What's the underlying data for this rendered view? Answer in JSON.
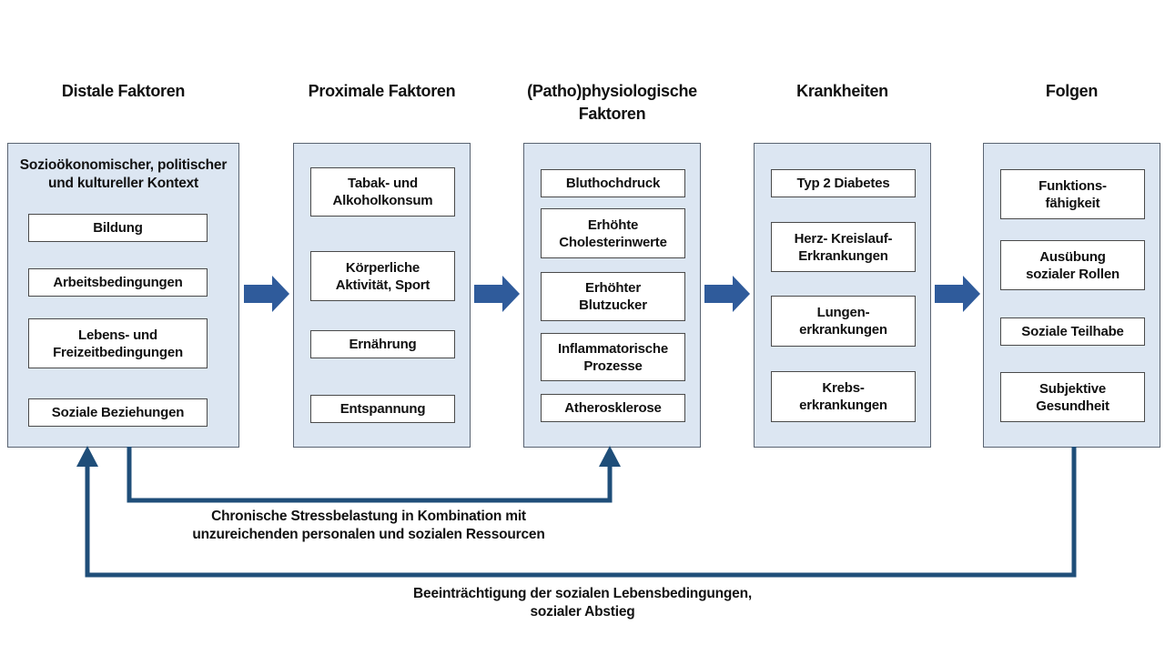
{
  "diagram": {
    "columns": [
      {
        "title": "Distale Faktoren",
        "context": "Sozioökonomischer, politischer\nund kultureller Kontext",
        "items": [
          "Bildung",
          "Arbeitsbedingungen",
          "Lebens- und\nFreizeitbedingungen",
          "Soziale Beziehungen"
        ]
      },
      {
        "title": "Proximale Faktoren",
        "items": [
          "Tabak- und\nAlkoholkonsum",
          "Körperliche\nAktivität, Sport",
          "Ernährung",
          "Entspannung"
        ]
      },
      {
        "title": "(Patho)physiologische\nFaktoren",
        "items": [
          "Bluthochdruck",
          "Erhöhte\nCholesterinwerte",
          "Erhöhter\nBlutzucker",
          "Inflammatorische\nProzesse",
          "Atherosklerose"
        ]
      },
      {
        "title": "Krankheiten",
        "items": [
          "Typ 2 Diabetes",
          "Herz- Kreislauf-\nErkrankungen",
          "Lungen-\nerkrankungen",
          "Krebs-\nerkrankungen"
        ]
      },
      {
        "title": "Folgen",
        "items": [
          "Funktions-\nfähigkeit",
          "Ausübung\nsozialer Rollen",
          "Soziale Teilhabe",
          "Subjektive\nGesundheit"
        ]
      }
    ],
    "feedback": [
      {
        "label": "Chronische Stressbelastung in Kombination mit\nunzureichenden personalen und sozialen Ressourcen"
      },
      {
        "label": "Beeinträchtigung der sozialen Lebensbedingungen,\nsozialer Abstieg"
      }
    ],
    "colors": {
      "panel_fill": "#dce6f2",
      "panel_border": "#5a6472",
      "box_border": "#4a4a4a",
      "flow_arrow": "#2f5b9b",
      "feedback_line": "#1f4e79",
      "text": "#111111"
    }
  }
}
